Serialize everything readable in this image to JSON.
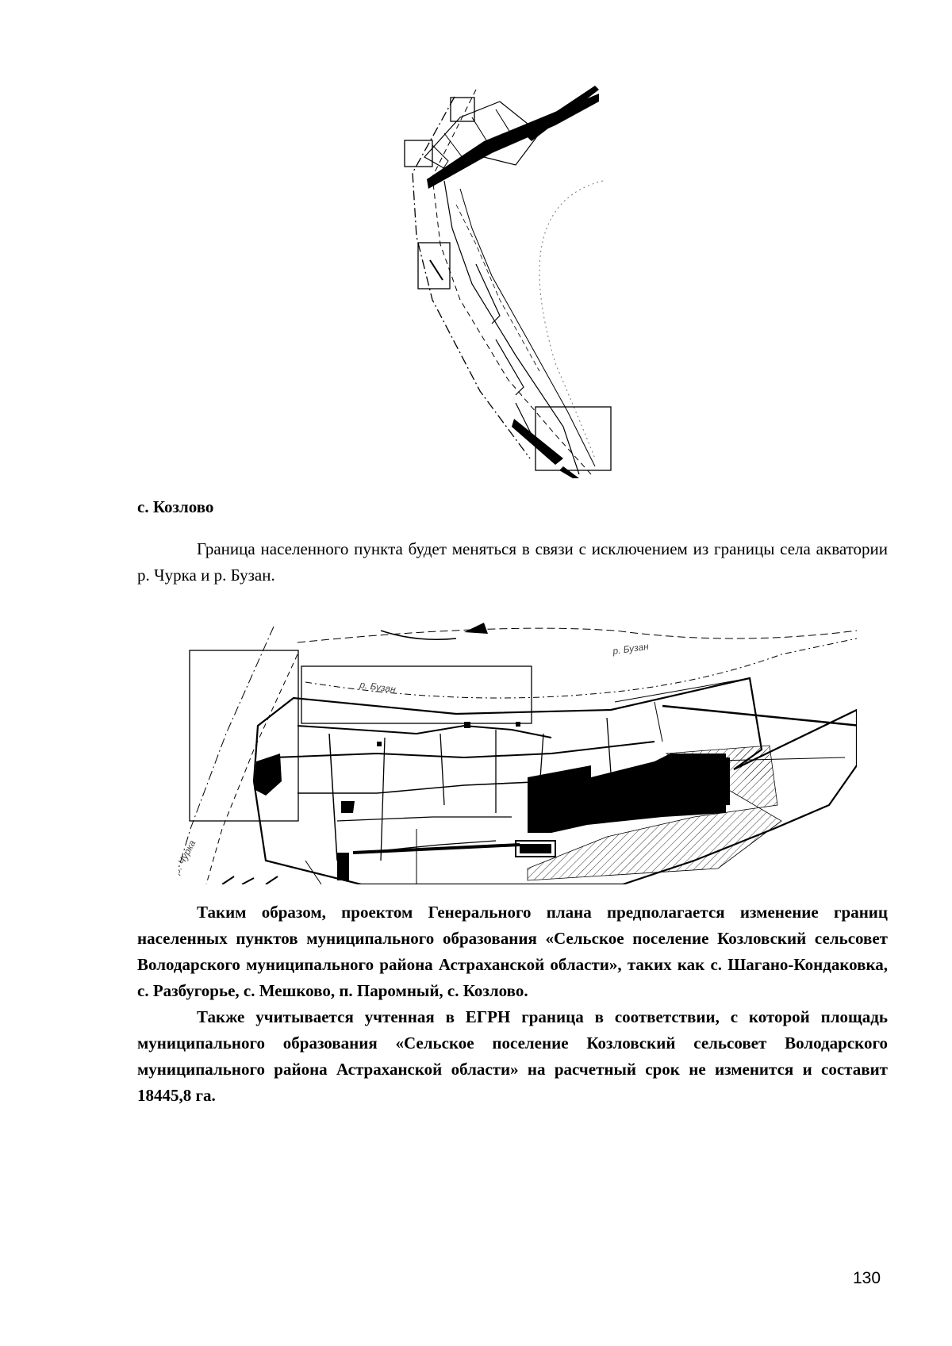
{
  "section": {
    "heading": "с. Козлово",
    "paragraph_1": "Граница населенного пункта будет меняться в связи с исключением из границы села акватории р. Чурка и р. Бузан."
  },
  "map_labels": {
    "river_buzan_1": "р. Бузан",
    "river_buzan_2": "р. Бузан",
    "river_churka": "р. Чурка"
  },
  "conclusion": {
    "paragraph_2": "Таким образом, проектом Генерального плана предполагается изменение границ населенных пунктов муниципального образования «Сельское поселение Козловский сельсовет Володарского муниципального района Астраханской области», таких как с. Шагано-Кондаковка, с. Разбугорье, с. Мешково, п. Паромный, с. Козлово.",
    "paragraph_3": "Также учитывается учтенная в ЕГРН граница в соответствии, с которой площадь муниципального образования «Сельское поселение Козловский сельсовет Володарского муниципального района Астраханской области» на расчетный срок не изменится и составит 18445,8 га."
  },
  "page_number": "130"
}
